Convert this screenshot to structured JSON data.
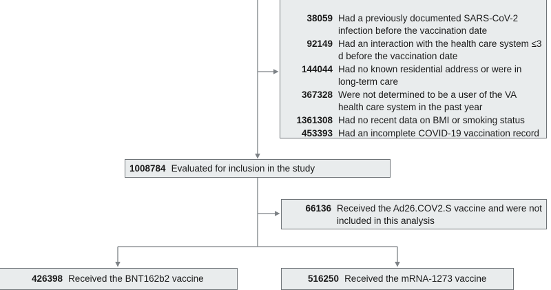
{
  "exclusions_top": [
    {
      "count": "38059",
      "text": "Had a previously documented SARS-CoV-2 infection before the vaccination date"
    },
    {
      "count": "92149",
      "text": "Had an interaction with the health care system ≤3 d before the vaccination date"
    },
    {
      "count": "144044",
      "text": "Had no known residential address or were in long-term care"
    },
    {
      "count": "367328",
      "text": "Were not determined to be a user of the VA health care system in the past year"
    },
    {
      "count": "1361308",
      "text": "Had no recent data on BMI or smoking status"
    },
    {
      "count": "453393",
      "text": "Had an incomplete COVID-19 vaccination record"
    }
  ],
  "evaluated": {
    "count": "1008784",
    "text": "Evaluated for inclusion in the study"
  },
  "exclusion_ad26": {
    "count": "66136",
    "text": "Received the Ad26.COV2.S vaccine and were not included in this analysis"
  },
  "bnt": {
    "count": "426398",
    "text": "Received the BNT162b2 vaccine"
  },
  "mrna": {
    "count": "516250",
    "text": "Received the mRNA-1273 vaccine"
  },
  "colors": {
    "box_fill": "#e9eced",
    "box_border": "#6f7478",
    "arrow": "#7d8286"
  }
}
